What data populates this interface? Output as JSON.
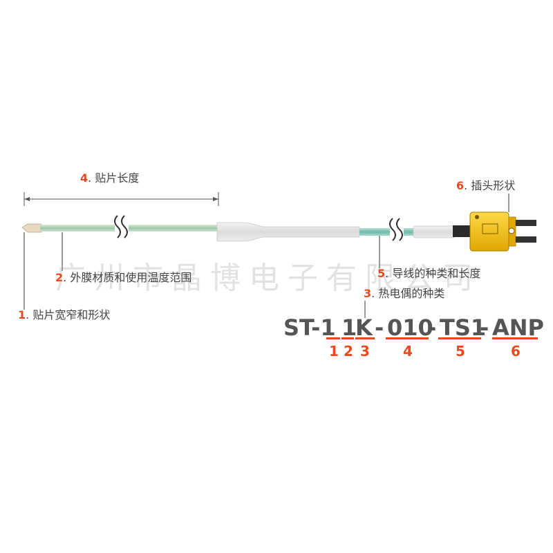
{
  "annotations": {
    "a4": {
      "num": "4",
      "text": ". 贴片长度"
    },
    "a6": {
      "num": "6",
      "text": ". 插头形状"
    },
    "a2": {
      "num": "2",
      "text": ". 外膜材质和使用温度范围"
    },
    "a5": {
      "num": "5",
      "text": ". 导线的种类和长度"
    },
    "a3": {
      "num": "3",
      "text": ". 热电偶的种类"
    },
    "a1": {
      "num": "1",
      "text": ". 贴片宽窄和形状"
    }
  },
  "code": {
    "s1": "ST-1",
    "s2": "1",
    "s3": "K",
    "d1": "-",
    "s4": "010",
    "d2": "-",
    "s5": "TS1",
    "d3": "-",
    "s6": "ANP"
  },
  "indices": [
    "1",
    "2",
    "3",
    "4",
    "5",
    "6"
  ],
  "watermark": "广州市晶博电子有限公司",
  "colors": {
    "accent": "#e8491d",
    "text": "#444444",
    "connector": "#f3c21a",
    "probe_green": "#9cc9a8",
    "sleeve": "#e2e2e2",
    "lead_teal": "#7fc4b6"
  }
}
